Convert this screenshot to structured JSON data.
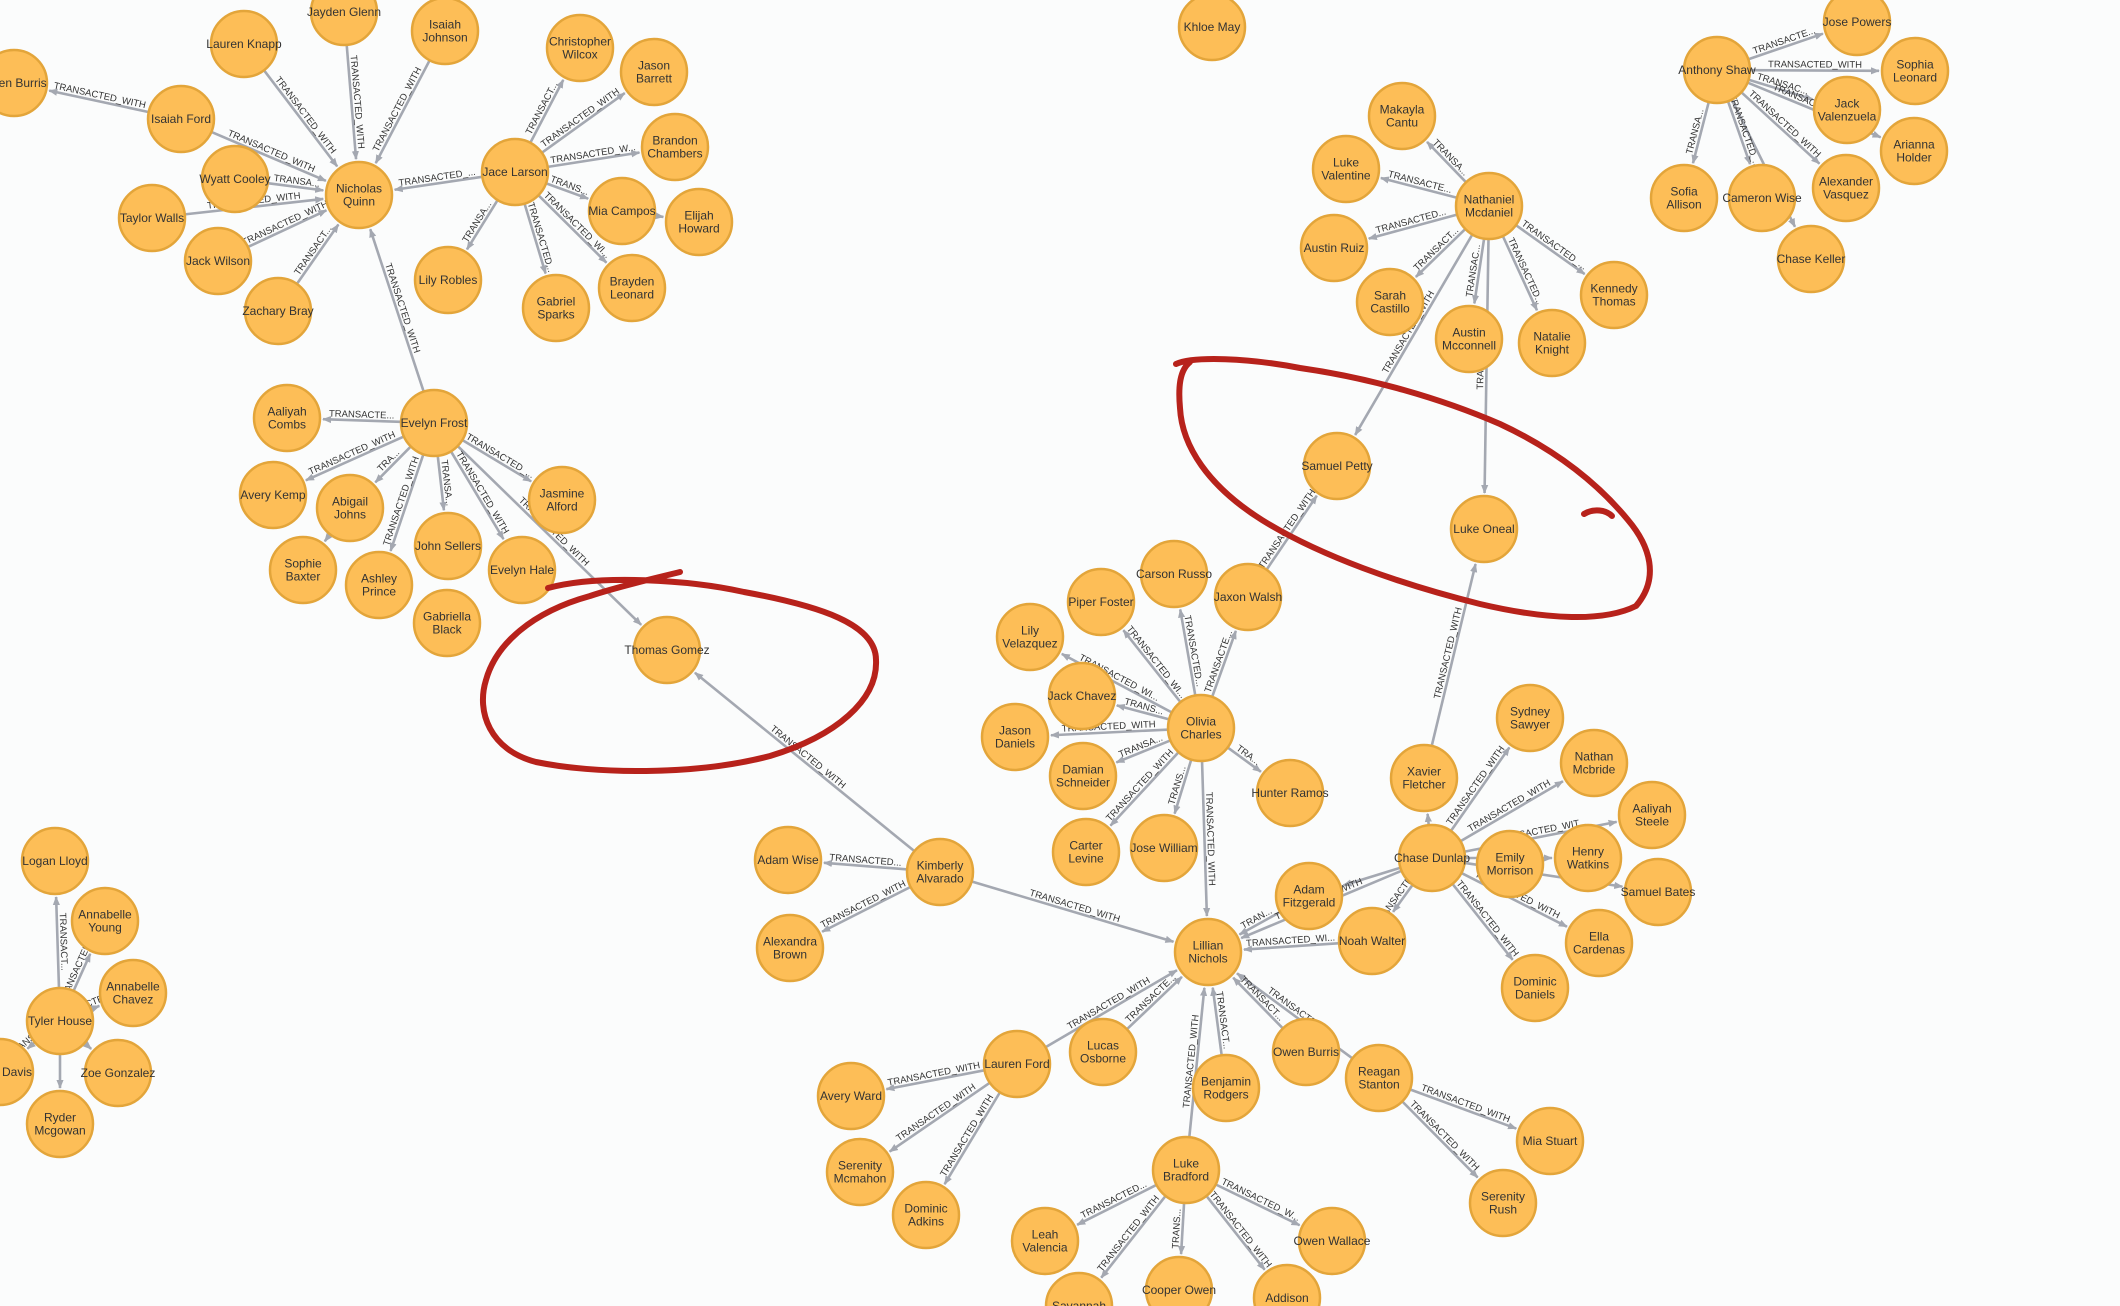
{
  "graph": {
    "colors": {
      "node_fill": "#fdbe57",
      "node_stroke": "#e3a53a",
      "edge": "#a4a8b1",
      "annotation": "#b7221b",
      "background": "#fbfcfc"
    },
    "nodes": [
      {
        "id": "aiden_burris",
        "label": "Aiden Burris"
      },
      {
        "id": "lauren_knapp",
        "label": "Lauren Knapp"
      },
      {
        "id": "jayden_glenn",
        "label": "Jayden Glenn"
      },
      {
        "id": "isaiah_johnson",
        "label": "Isaiah Johnson"
      },
      {
        "id": "christopher_wilcox",
        "label": "Christopher Wilcox"
      },
      {
        "id": "jason_barrett",
        "label": "Jason Barrett"
      },
      {
        "id": "isaiah_ford",
        "label": "Isaiah Ford"
      },
      {
        "id": "brandon_chambers",
        "label": "Brandon Chambers"
      },
      {
        "id": "wyatt_cooley",
        "label": "Wyatt Cooley"
      },
      {
        "id": "nicholas_quinn",
        "label": "Nicholas Quinn"
      },
      {
        "id": "jace_larson",
        "label": "Jace Larson"
      },
      {
        "id": "mia_campos",
        "label": "Mia Campos"
      },
      {
        "id": "elijah_howard",
        "label": "Elijah Howard"
      },
      {
        "id": "taylor_walls",
        "label": "Taylor Walls"
      },
      {
        "id": "jack_wilson",
        "label": "Jack Wilson"
      },
      {
        "id": "zachary_bray",
        "label": "Zachary Bray"
      },
      {
        "id": "lily_robles",
        "label": "Lily Robles"
      },
      {
        "id": "gabriel_sparks",
        "label": "Gabriel Sparks"
      },
      {
        "id": "brayden_leonard",
        "label": "Brayden Leonard"
      },
      {
        "id": "aaliyah_combs",
        "label": "Aaliyah Combs"
      },
      {
        "id": "evelyn_frost",
        "label": "Evelyn Frost"
      },
      {
        "id": "avery_kemp",
        "label": "Avery Kemp"
      },
      {
        "id": "abigail_johns",
        "label": "Abigail Johns"
      },
      {
        "id": "jasmine_alford",
        "label": "Jasmine Alford"
      },
      {
        "id": "sophie_baxter",
        "label": "Sophie Baxter"
      },
      {
        "id": "ashley_prince",
        "label": "Ashley Prince"
      },
      {
        "id": "john_sellers",
        "label": "John Sellers"
      },
      {
        "id": "evelyn_hale",
        "label": "Evelyn Hale"
      },
      {
        "id": "gabriella_black",
        "label": "Gabriella Black"
      },
      {
        "id": "thomas_gomez",
        "label": "Thomas Gomez"
      },
      {
        "id": "khloe_may",
        "label": "Khloe May"
      },
      {
        "id": "makayla_cantu",
        "label": "Makayla Cantu"
      },
      {
        "id": "luke_valentine",
        "label": "Luke Valentine"
      },
      {
        "id": "nathaniel_mcdaniel",
        "label": "Nathaniel Mcdaniel"
      },
      {
        "id": "austin_ruiz",
        "label": "Austin Ruiz"
      },
      {
        "id": "sarah_castillo",
        "label": "Sarah Castillo"
      },
      {
        "id": "austin_mcconnell",
        "label": "Austin Mcconnell"
      },
      {
        "id": "natalie_knight",
        "label": "Natalie Knight"
      },
      {
        "id": "kennedy_thomas",
        "label": "Kennedy Thomas"
      },
      {
        "id": "samuel_petty",
        "label": "Samuel Petty"
      },
      {
        "id": "luke_oneal",
        "label": "Luke Oneal"
      },
      {
        "id": "anthony_shaw",
        "label": "Anthony Shaw"
      },
      {
        "id": "jose_powers",
        "label": "Jose Powers"
      },
      {
        "id": "sophia_leonard",
        "label": "Sophia Leonard"
      },
      {
        "id": "jack_valenzuela",
        "label": "Jack Valenzuela"
      },
      {
        "id": "arianna_holder",
        "label": "Arianna Holder"
      },
      {
        "id": "sofia_allison",
        "label": "Sofia Allison"
      },
      {
        "id": "cameron_wise",
        "label": "Cameron Wise"
      },
      {
        "id": "alexander_vasquez",
        "label": "Alexander Vasquez"
      },
      {
        "id": "chase_keller",
        "label": "Chase Keller"
      },
      {
        "id": "carson_russo",
        "label": "Carson Russo"
      },
      {
        "id": "piper_foster",
        "label": "Piper Foster"
      },
      {
        "id": "jaxon_walsh",
        "label": "Jaxon Walsh"
      },
      {
        "id": "lily_velazquez",
        "label": "Lily Velazquez"
      },
      {
        "id": "jack_chavez",
        "label": "Jack Chavez"
      },
      {
        "id": "olivia_charles",
        "label": "Olivia Charles"
      },
      {
        "id": "jason_daniels",
        "label": "Jason Daniels"
      },
      {
        "id": "damian_schneider",
        "label": "Damian Schneider"
      },
      {
        "id": "hunter_ramos",
        "label": "Hunter Ramos"
      },
      {
        "id": "carter_levine",
        "label": "Carter Levine"
      },
      {
        "id": "jose_william",
        "label": "Jose William"
      },
      {
        "id": "sydney_sawyer",
        "label": "Sydney Sawyer"
      },
      {
        "id": "xavier_fletcher",
        "label": "Xavier Fletcher"
      },
      {
        "id": "nathan_mcbride",
        "label": "Nathan Mcbride"
      },
      {
        "id": "aaliyah_steele",
        "label": "Aaliyah Steele"
      },
      {
        "id": "chase_dunlap",
        "label": "Chase Dunlap"
      },
      {
        "id": "emily_morrison",
        "label": "Emily Morrison"
      },
      {
        "id": "henry_watkins",
        "label": "Henry Watkins"
      },
      {
        "id": "samuel_bates",
        "label": "Samuel Bates"
      },
      {
        "id": "adam_fitzgerald",
        "label": "Adam Fitzgerald"
      },
      {
        "id": "noah_walter",
        "label": "Noah Walter"
      },
      {
        "id": "ella_cardenas",
        "label": "Ella Cardenas"
      },
      {
        "id": "dominic_daniels",
        "label": "Dominic Daniels"
      },
      {
        "id": "adam_wise",
        "label": "Adam Wise"
      },
      {
        "id": "kimberly_alvarado",
        "label": "Kimberly Alvarado"
      },
      {
        "id": "alexandra_brown",
        "label": "Alexandra Brown"
      },
      {
        "id": "lillian_nichols",
        "label": "Lillian Nichols"
      },
      {
        "id": "owen_burris",
        "label": "Owen Burris"
      },
      {
        "id": "reagan_stanton",
        "label": "Reagan Stanton"
      },
      {
        "id": "mia_stuart",
        "label": "Mia Stuart"
      },
      {
        "id": "serenity_rush",
        "label": "Serenity Rush"
      },
      {
        "id": "lauren_ford",
        "label": "Lauren Ford"
      },
      {
        "id": "lucas_osborne",
        "label": "Lucas Osborne"
      },
      {
        "id": "avery_ward",
        "label": "Avery Ward"
      },
      {
        "id": "benjamin_rodgers",
        "label": "Benjamin Rodgers"
      },
      {
        "id": "serenity_mcmahon",
        "label": "Serenity Mcmahon"
      },
      {
        "id": "dominic_adkins",
        "label": "Dominic Adkins"
      },
      {
        "id": "luke_bradford",
        "label": "Luke Bradford"
      },
      {
        "id": "leah_valencia",
        "label": "Leah Valencia"
      },
      {
        "id": "owen_wallace",
        "label": "Owen Wallace"
      },
      {
        "id": "cooper_owen",
        "label": "Cooper Owen"
      },
      {
        "id": "addison",
        "label": "Addison"
      },
      {
        "id": "savannah",
        "label": "Savannah"
      },
      {
        "id": "logan_lloyd",
        "label": "Logan Lloyd"
      },
      {
        "id": "annabelle_young",
        "label": "Annabelle Young"
      },
      {
        "id": "annabelle_chavez",
        "label": "Annabelle Chavez"
      },
      {
        "id": "tyler_house",
        "label": "Tyler House"
      },
      {
        "id": "zoe_gonzalez",
        "label": "Zoe Gonzalez"
      },
      {
        "id": "aiden_davis",
        "label": "Aiden Davis"
      },
      {
        "id": "ryder_mcgowan",
        "label": "Ryder Mcgowan"
      }
    ],
    "edges": [
      {
        "source": "isaiah_ford",
        "target": "aiden_burris",
        "label": "TRANSACTED_WITH"
      },
      {
        "source": "isaiah_ford",
        "target": "nicholas_quinn",
        "label": "TRANSACTED_WITH"
      },
      {
        "source": "lauren_knapp",
        "target": "nicholas_quinn",
        "label": "TRANSACTED_WITH"
      },
      {
        "source": "jayden_glenn",
        "target": "nicholas_quinn",
        "label": "TRANSACTED_WITH"
      },
      {
        "source": "isaiah_johnson",
        "target": "nicholas_quinn",
        "label": "TRANSACTED_WITH"
      },
      {
        "source": "wyatt_cooley",
        "target": "nicholas_quinn",
        "label": "TRANSA..."
      },
      {
        "source": "taylor_walls",
        "target": "nicholas_quinn",
        "label": "TRANSACTED_WITH"
      },
      {
        "source": "jack_wilson",
        "target": "nicholas_quinn",
        "label": "TRANSACTED_WITH"
      },
      {
        "source": "zachary_bray",
        "target": "nicholas_quinn",
        "label": "TRANSACT..."
      },
      {
        "source": "jace_larson",
        "target": "nicholas_quinn",
        "label": "TRANSACTED_..."
      },
      {
        "source": "evelyn_frost",
        "target": "nicholas_quinn",
        "label": "TRANSACTED_WITH"
      },
      {
        "source": "jace_larson",
        "target": "christopher_wilcox",
        "label": "TRANSACT..."
      },
      {
        "source": "jace_larson",
        "target": "jason_barrett",
        "label": "TRANSACTED_WITH"
      },
      {
        "source": "jace_larson",
        "target": "brandon_chambers",
        "label": "TRANSACTED_W..."
      },
      {
        "source": "jace_larson",
        "target": "mia_campos",
        "label": "TRANS..."
      },
      {
        "source": "jace_larson",
        "target": "lily_robles",
        "label": "TRANSA..."
      },
      {
        "source": "jace_larson",
        "target": "gabriel_sparks",
        "label": "TRANSACTED..."
      },
      {
        "source": "jace_larson",
        "target": "brayden_leonard",
        "label": "TRANSACTED_WI..."
      },
      {
        "source": "mia_campos",
        "target": "elijah_howard",
        "label": ""
      },
      {
        "source": "evelyn_frost",
        "target": "aaliyah_combs",
        "label": "TRANSACTE..."
      },
      {
        "source": "evelyn_frost",
        "target": "avery_kemp",
        "label": "TRANSACTED_WITH"
      },
      {
        "source": "evelyn_frost",
        "target": "abigail_johns",
        "label": "TRA..."
      },
      {
        "source": "evelyn_frost",
        "target": "jasmine_alford",
        "label": "TRANSACTED_..."
      },
      {
        "source": "evelyn_frost",
        "target": "ashley_prince",
        "label": "TRANSACTED_WITH"
      },
      {
        "source": "evelyn_frost",
        "target": "john_sellers",
        "label": "TRANSA..."
      },
      {
        "source": "evelyn_frost",
        "target": "evelyn_hale",
        "label": "TRANSACTED_WITH"
      },
      {
        "source": "evelyn_frost",
        "target": "thomas_gomez",
        "label": "TRANSACTED_WITH"
      },
      {
        "source": "abigail_johns",
        "target": "sophie_baxter",
        "label": ""
      },
      {
        "source": "kimberly_alvarado",
        "target": "thomas_gomez",
        "label": "TRANSACTED_WITH"
      },
      {
        "source": "nathaniel_mcdaniel",
        "target": "makayla_cantu",
        "label": "TRANSA..."
      },
      {
        "source": "nathaniel_mcdaniel",
        "target": "luke_valentine",
        "label": "TRANSACTE..."
      },
      {
        "source": "nathaniel_mcdaniel",
        "target": "austin_ruiz",
        "label": "TRANSACTED..."
      },
      {
        "source": "nathaniel_mcdaniel",
        "target": "sarah_castillo",
        "label": "TRANSACT..."
      },
      {
        "source": "nathaniel_mcdaniel",
        "target": "austin_mcconnell",
        "label": "TRANSAC..."
      },
      {
        "source": "nathaniel_mcdaniel",
        "target": "natalie_knight",
        "label": "TRANSACTED..."
      },
      {
        "source": "nathaniel_mcdaniel",
        "target": "kennedy_thomas",
        "label": "TRANSACTED_..."
      },
      {
        "source": "nathaniel_mcdaniel",
        "target": "samuel_petty",
        "label": "TRANSACTED_WITH"
      },
      {
        "source": "nathaniel_mcdaniel",
        "target": "luke_oneal",
        "label": "TRANSA..."
      },
      {
        "source": "jaxon_walsh",
        "target": "samuel_petty",
        "label": "TRANSACTED_WITH"
      },
      {
        "source": "xavier_fletcher",
        "target": "luke_oneal",
        "label": "TRANSACTED_WITH"
      },
      {
        "source": "anthony_shaw",
        "target": "jose_powers",
        "label": "TRANSACTE..."
      },
      {
        "source": "anthony_shaw",
        "target": "sophia_leonard",
        "label": "TRANSACTED_WITH"
      },
      {
        "source": "anthony_shaw",
        "target": "jack_valenzuela",
        "label": "TRANSAC..."
      },
      {
        "source": "anthony_shaw",
        "target": "arianna_holder",
        "label": "TRANSACTED_WITH"
      },
      {
        "source": "anthony_shaw",
        "target": "sofia_allison",
        "label": "TRANSA..."
      },
      {
        "source": "anthony_shaw",
        "target": "cameron_wise",
        "label": "TRANSACTED_..."
      },
      {
        "source": "anthony_shaw",
        "target": "alexander_vasquez",
        "label": "TRANSACTED_WITH"
      },
      {
        "source": "anthony_shaw",
        "target": "chase_keller",
        "label": ""
      },
      {
        "source": "olivia_charles",
        "target": "carson_russo",
        "label": "TRANSACTED..."
      },
      {
        "source": "olivia_charles",
        "target": "piper_foster",
        "label": "TRANSACTED_WI..."
      },
      {
        "source": "olivia_charles",
        "target": "jaxon_walsh",
        "label": "TRANSACTE..."
      },
      {
        "source": "olivia_charles",
        "target": "lily_velazquez",
        "label": "TRANSACTED_WI..."
      },
      {
        "source": "olivia_charles",
        "target": "jack_chavez",
        "label": "TRANS..."
      },
      {
        "source": "olivia_charles",
        "target": "jason_daniels",
        "label": "TRANSACTED_WITH"
      },
      {
        "source": "olivia_charles",
        "target": "damian_schneider",
        "label": "TRANSA..."
      },
      {
        "source": "olivia_charles",
        "target": "hunter_ramos",
        "label": "TRA..."
      },
      {
        "source": "olivia_charles",
        "target": "carter_levine",
        "label": "TRANSACTED_WITH"
      },
      {
        "source": "olivia_charles",
        "target": "jose_william",
        "label": "TRANS..."
      },
      {
        "source": "olivia_charles",
        "target": "lillian_nichols",
        "label": "TRANSACTED_WITH"
      },
      {
        "source": "chase_dunlap",
        "target": "xavier_fletcher",
        "label": ""
      },
      {
        "source": "chase_dunlap",
        "target": "sydney_sawyer",
        "label": "TRANSACTED_WITH"
      },
      {
        "source": "chase_dunlap",
        "target": "nathan_mcbride",
        "label": "TRANSACTED_WITH"
      },
      {
        "source": "chase_dunlap",
        "target": "aaliyah_steele",
        "label": "TRANSACTED_WIT..."
      },
      {
        "source": "chase_dunlap",
        "target": "henry_watkins",
        "label": ""
      },
      {
        "source": "chase_dunlap",
        "target": "samuel_bates",
        "label": ""
      },
      {
        "source": "chase_dunlap",
        "target": "ella_cardenas",
        "label": "TRANSACTED_WITH"
      },
      {
        "source": "chase_dunlap",
        "target": "dominic_daniels",
        "label": "TRANSACTED_WITH"
      },
      {
        "source": "chase_dunlap",
        "target": "adam_fitzgerald",
        "label": ""
      },
      {
        "source": "chase_dunlap",
        "target": "noah_walter",
        "label": "TRANSACTED..."
      },
      {
        "source": "chase_dunlap",
        "target": "lillian_nichols",
        "label": "TRANSACTED_WITH"
      },
      {
        "source": "adam_fitzgerald",
        "target": "lillian_nichols",
        "label": "TRAN..."
      },
      {
        "source": "noah_walter",
        "target": "lillian_nichols",
        "label": "TRANSACTED_WI..."
      },
      {
        "source": "kimberly_alvarado",
        "target": "adam_wise",
        "label": "TRANSACTED..."
      },
      {
        "source": "kimberly_alvarado",
        "target": "alexandra_brown",
        "label": "TRANSACTED_WITH"
      },
      {
        "source": "kimberly_alvarado",
        "target": "lillian_nichols",
        "label": "TRANSACTED_WITH"
      },
      {
        "source": "owen_burris",
        "target": "lillian_nichols",
        "label": "TRANSACT..."
      },
      {
        "source": "reagan_stanton",
        "target": "lillian_nichols",
        "label": "TRANSACTED..."
      },
      {
        "source": "reagan_stanton",
        "target": "mia_stuart",
        "label": "TRANSACTED_WITH"
      },
      {
        "source": "reagan_stanton",
        "target": "serenity_rush",
        "label": "TRANSACTED_WITH"
      },
      {
        "source": "lauren_ford",
        "target": "lillian_nichols",
        "label": "TRANSACTED_WITH"
      },
      {
        "source": "lucas_osborne",
        "target": "lillian_nichols",
        "label": "TRANSACTE..."
      },
      {
        "source": "benjamin_rodgers",
        "target": "lillian_nichols",
        "label": "TRANSACT..."
      },
      {
        "source": "luke_bradford",
        "target": "lillian_nichols",
        "label": "TRANSACTED_WITH"
      },
      {
        "source": "lauren_ford",
        "target": "avery_ward",
        "label": "TRANSACTED_WITH"
      },
      {
        "source": "lauren_ford",
        "target": "serenity_mcmahon",
        "label": "TRANSACTED_WITH"
      },
      {
        "source": "lauren_ford",
        "target": "dominic_adkins",
        "label": "TRANSACTED_WITH"
      },
      {
        "source": "luke_bradford",
        "target": "leah_valencia",
        "label": "TRANSACTED..."
      },
      {
        "source": "luke_bradford",
        "target": "owen_wallace",
        "label": "TRANSACTED_W..."
      },
      {
        "source": "luke_bradford",
        "target": "cooper_owen",
        "label": "TRANS..."
      },
      {
        "source": "luke_bradford",
        "target": "addison",
        "label": "TRANSACTED_WITH"
      },
      {
        "source": "luke_bradford",
        "target": "savannah",
        "label": "TRANSACTED_WITH"
      },
      {
        "source": "tyler_house",
        "target": "logan_lloyd",
        "label": "TRANSACT..."
      },
      {
        "source": "tyler_house",
        "target": "annabelle_young",
        "label": "TRANSACTED..."
      },
      {
        "source": "tyler_house",
        "target": "annabelle_chavez",
        "label": "TRANSACTED_WITH"
      },
      {
        "source": "tyler_house",
        "target": "zoe_gonzalez",
        "label": ""
      },
      {
        "source": "tyler_house",
        "target": "aiden_davis",
        "label": "TRANSA..."
      },
      {
        "source": "tyler_house",
        "target": "ryder_mcgowan",
        "label": ""
      }
    ]
  }
}
